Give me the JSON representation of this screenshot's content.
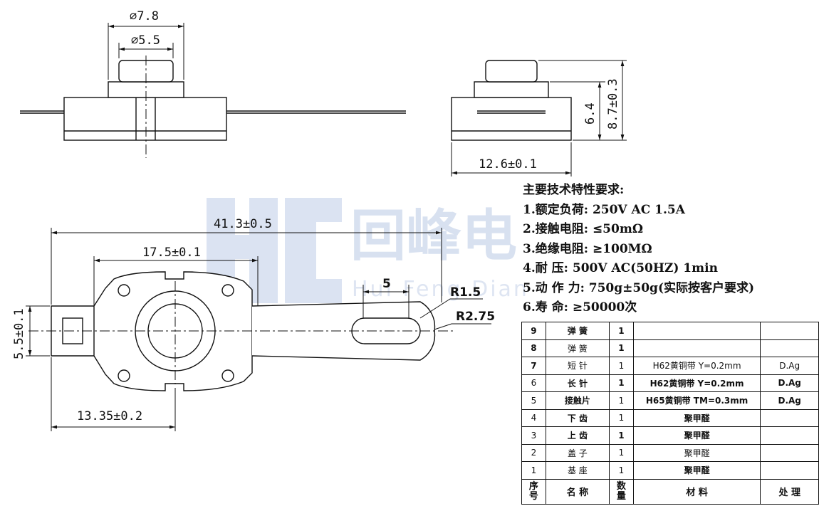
{
  "dimensions": {
    "top_outer_dia": "⌀7.8",
    "top_inner_dia": "⌀5.5",
    "side_height": "6.4",
    "side_total_height": "8.7±0.3",
    "side_width": "12.6±0.1",
    "overall_length": "41.3±0.5",
    "body_width": "17.5±0.1",
    "slot_length": "5",
    "radius_small": "R1.5",
    "radius_large": "R2.75",
    "tab_height": "5.5±0.1",
    "center_offset": "13.35±0.2"
  },
  "watermark": {
    "name": "回峰电",
    "pinyin": "Hui Feng Dian"
  },
  "requirements": {
    "title": "主要技术特性要求:",
    "items": [
      "1.额定负荷: 250V AC 1.5A",
      "2.接触电阻: ≤50mΩ",
      "3.绝缘电阻: ≥100MΩ",
      "4.耐    压: 500V AC(50HZ) 1min",
      "5.动 作 力: 750g±50g(实际按客户要求)",
      "6.寿    命: ≥50000次"
    ]
  },
  "bom": {
    "rows": [
      {
        "no": "9",
        "name": "弹 簧",
        "qty": "1",
        "material": "",
        "finish": ""
      },
      {
        "no": "8",
        "name": "弹 簧",
        "qty": "1",
        "material": "",
        "finish": ""
      },
      {
        "no": "7",
        "name": "短 针",
        "qty": "1",
        "material": "H62黄铜带 Y=0.2mm",
        "finish": "D.Ag"
      },
      {
        "no": "6",
        "name": "长 针",
        "qty": "1",
        "material": "H62黄铜带 Y=0.2mm",
        "finish": "D.Ag"
      },
      {
        "no": "5",
        "name": "接触片",
        "qty": "1",
        "material": "H65黄铜带 TM=0.3mm",
        "finish": "D.Ag"
      },
      {
        "no": "4",
        "name": "下 齿",
        "qty": "1",
        "material": "聚甲醛",
        "finish": ""
      },
      {
        "no": "3",
        "name": "上 齿",
        "qty": "1",
        "material": "聚甲醛",
        "finish": ""
      },
      {
        "no": "2",
        "name": "盖 子",
        "qty": "1",
        "material": "聚甲醛",
        "finish": ""
      },
      {
        "no": "1",
        "name": "基 座",
        "qty": "1",
        "material": "聚甲醛",
        "finish": ""
      }
    ],
    "header": {
      "no_top": "序",
      "no_bottom": "号",
      "name": "名  称",
      "qty_top": "数",
      "qty_bottom": "量",
      "material": "材  料",
      "finish": "处  理"
    }
  }
}
